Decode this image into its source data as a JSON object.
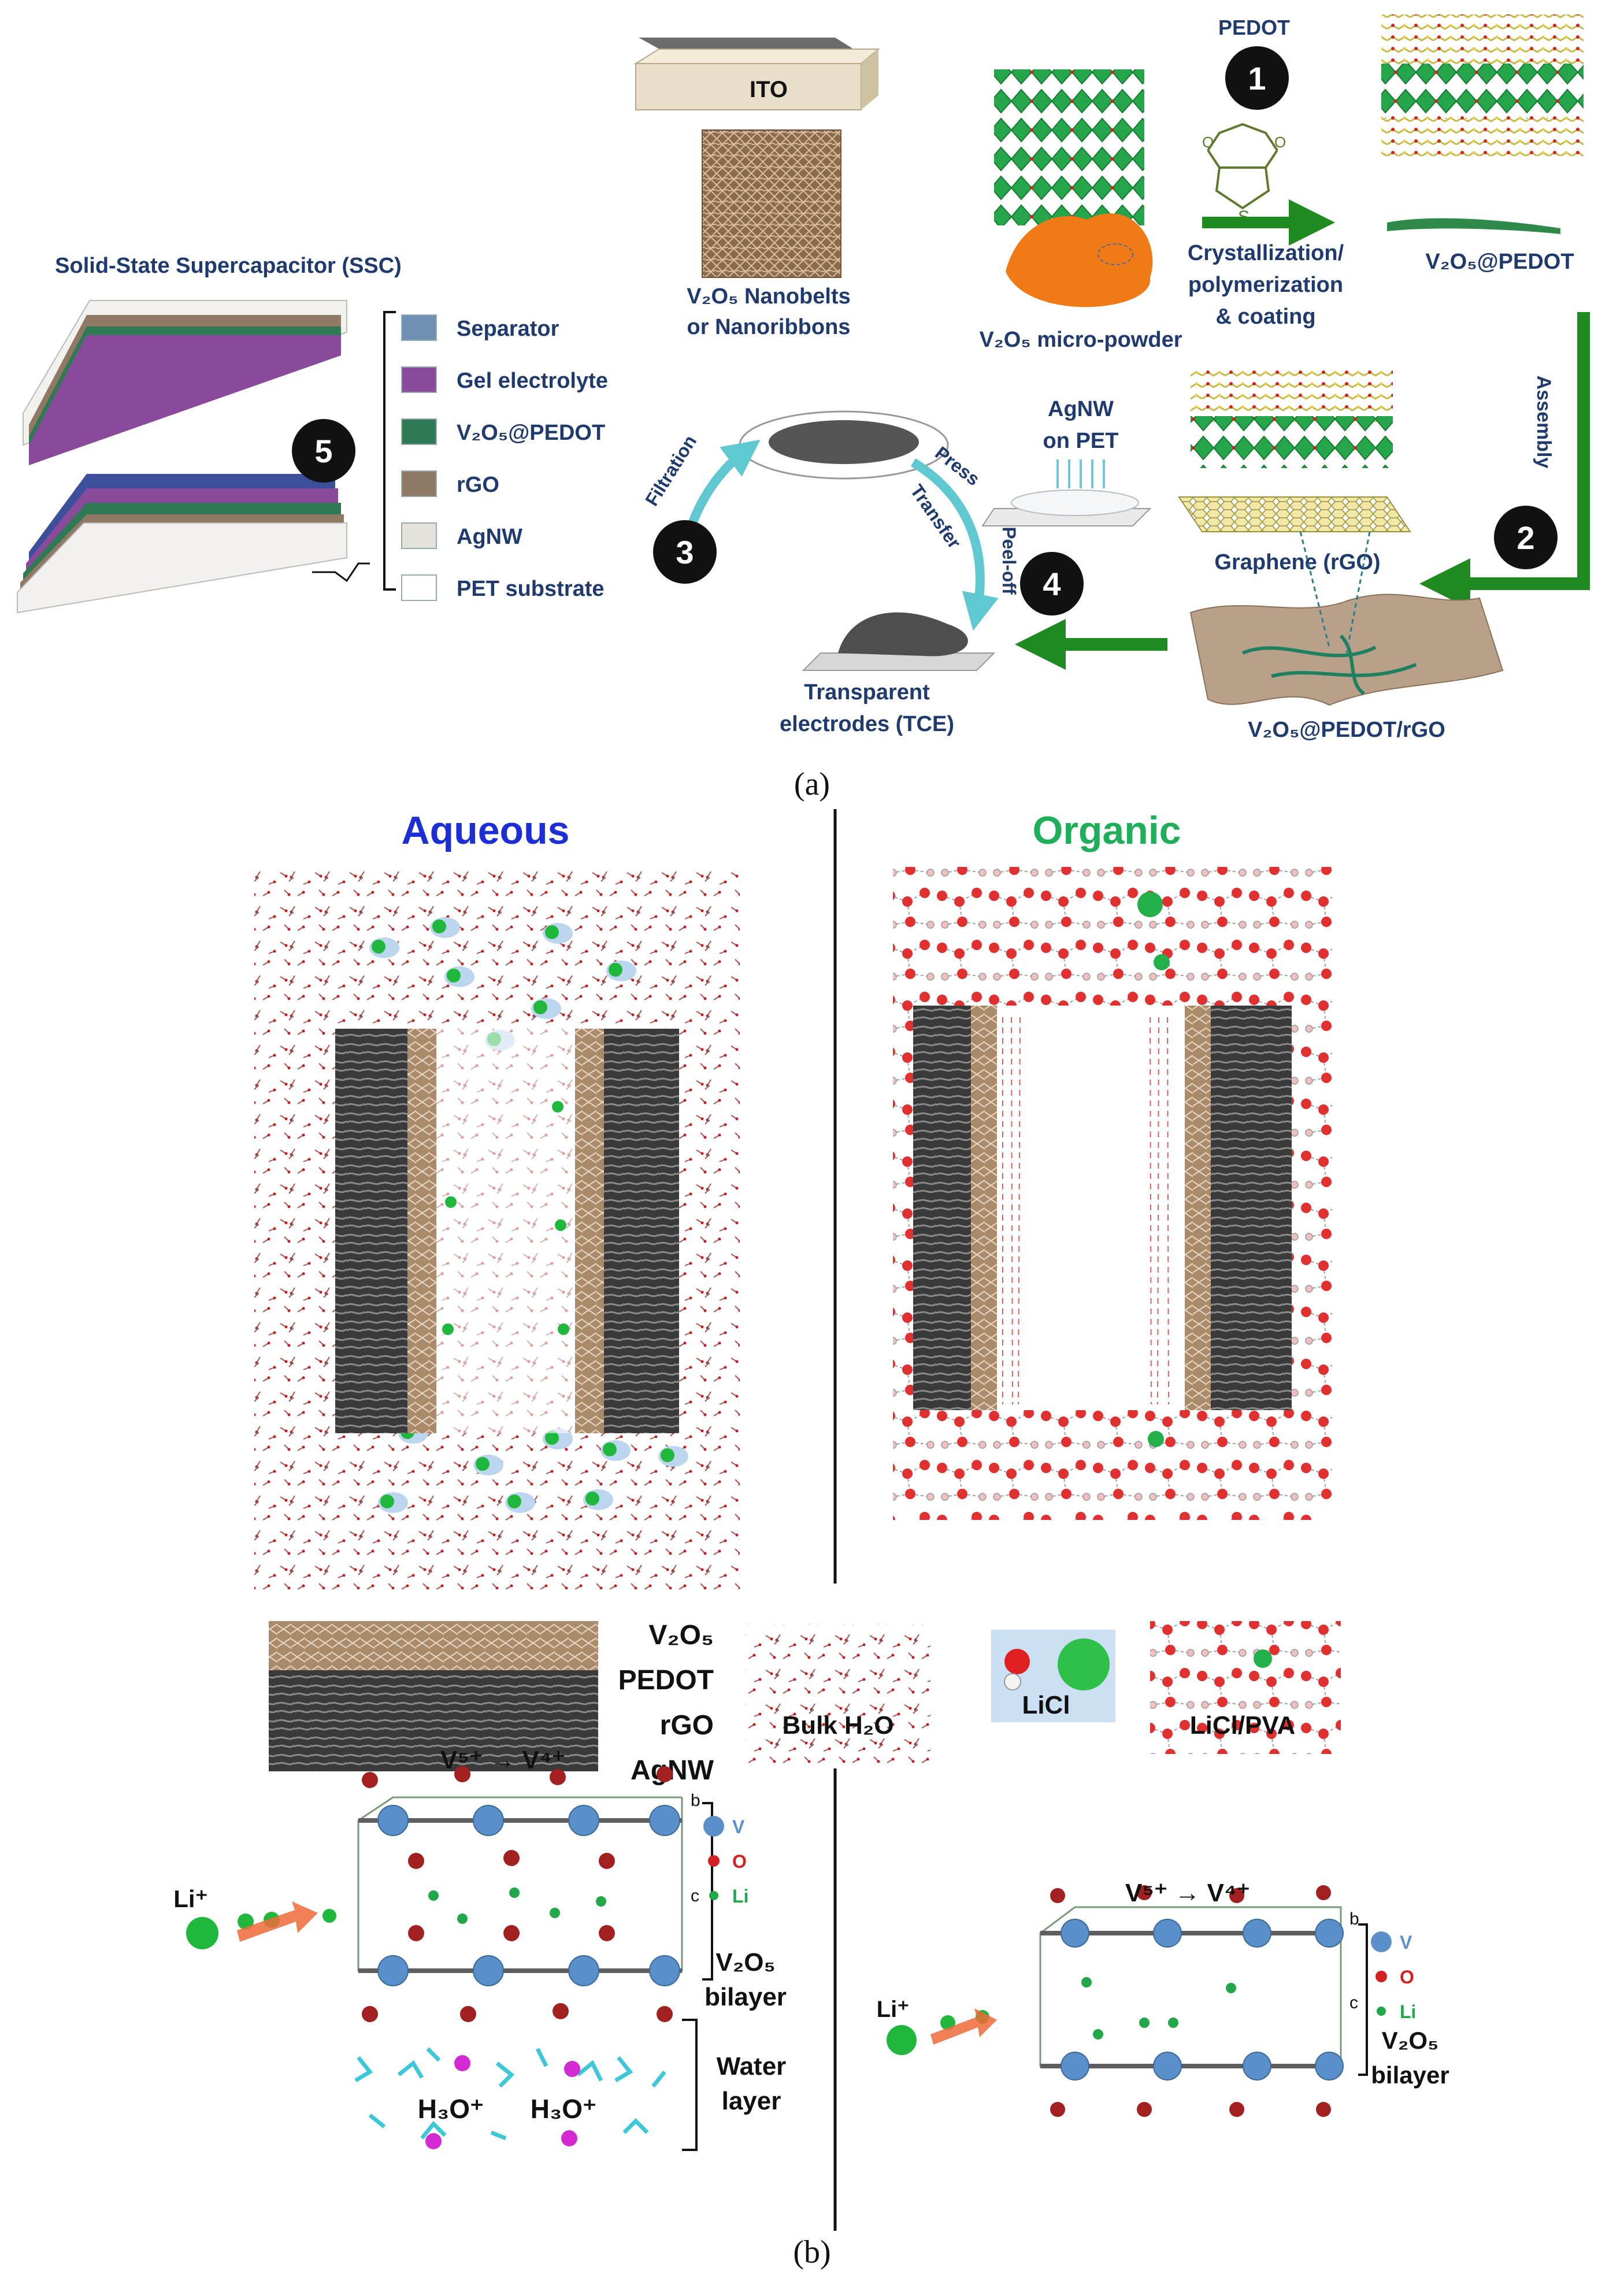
{
  "panel_a": {
    "caption": "(a)",
    "ssc_title": "Solid-State Supercapacitor (SSC)",
    "legend": [
      {
        "label": "Separator",
        "color": "#6f8fb5"
      },
      {
        "label": "Gel electrolyte",
        "color": "#8a4a9c"
      },
      {
        "label": "V₂O₅@PEDOT",
        "color": "#2f7a54"
      },
      {
        "label": "rGO",
        "color": "#8f7864"
      },
      {
        "label": "AgNW",
        "color": "#e5e1dc"
      },
      {
        "label": "PET substrate",
        "color": "#ffffff"
      }
    ],
    "steps": [
      "1",
      "2",
      "3",
      "4",
      "5"
    ],
    "ito": "ITO",
    "nanobelts": [
      "V₂O₅ Nanobelts",
      "or Nanoribbons"
    ],
    "micropowder": "V₂O₅ micro-powder",
    "pedot": "PEDOT",
    "sulfur": "S",
    "oxygen": "O",
    "crystallization": [
      "Crystallization/",
      "polymerization",
      "& coating"
    ],
    "v2o5_pedot": "V₂O₅@PEDOT",
    "assembly": "Assembly",
    "graphene": "Graphene (rGO)",
    "composite": "V₂O₅@PEDOT/rGO",
    "agnw_pet": [
      "AgNW",
      "on PET"
    ],
    "filtration": "Filtration",
    "press": "Press",
    "transfer": "Transfer",
    "peel_off": "Peel-off",
    "tce": [
      "Transparent",
      "electrodes (TCE)"
    ]
  },
  "panel_b": {
    "caption": "(b)",
    "aqueous": "Aqueous",
    "organic": "Organic",
    "aqueous_color": "#1c2fd6",
    "organic_color": "#1fae5a",
    "layer_labels": [
      "V₂O₅",
      "PEDOT",
      "rGO",
      "AgNW"
    ],
    "bulk_h2o": "Bulk H₂O",
    "licl": "LiCl",
    "licl_pva": "LiCl/PVA",
    "reduction": "V⁵⁺ → V⁴⁺",
    "li_ion": "Li⁺",
    "atom_legend": [
      {
        "label": "V",
        "color": "#5b8fc9"
      },
      {
        "label": "O",
        "color": "#d42020"
      },
      {
        "label": "Li",
        "color": "#22a84a"
      }
    ],
    "axes": [
      "b",
      "c"
    ],
    "bilayer": [
      "V₂O₅",
      "bilayer"
    ],
    "water_layer": [
      "Water",
      "layer"
    ],
    "hydronium": "H₃O⁺"
  }
}
